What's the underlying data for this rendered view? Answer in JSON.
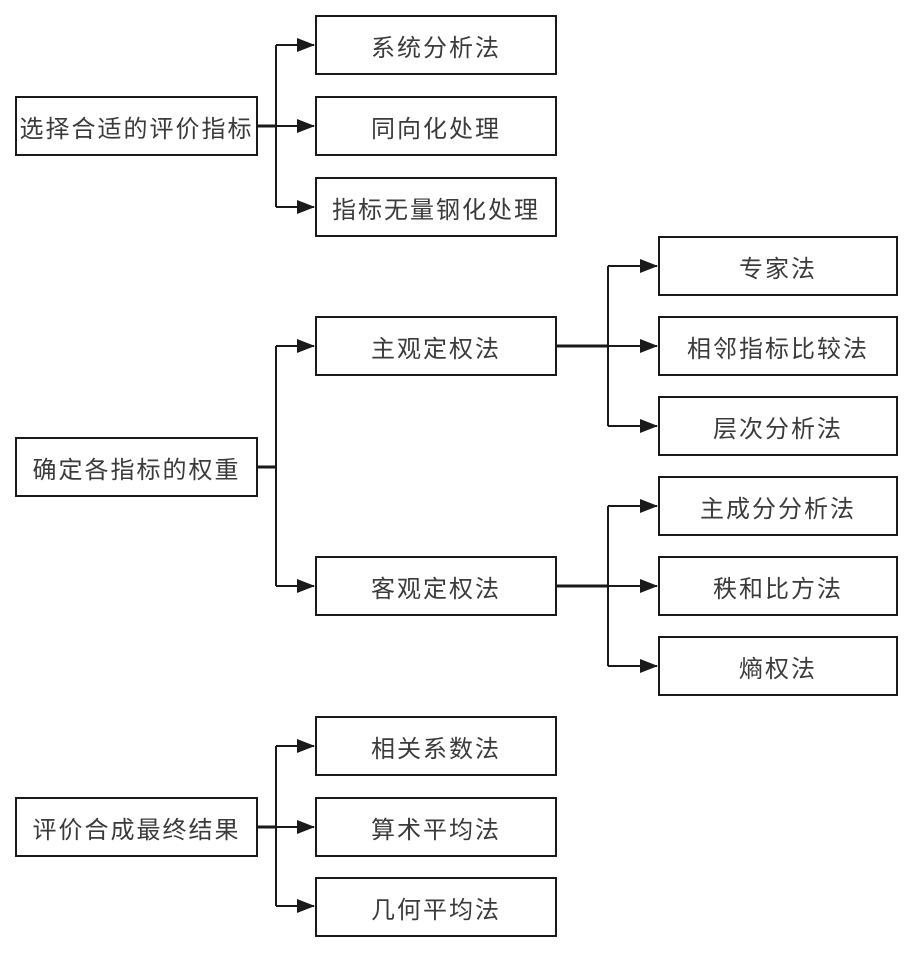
{
  "diagram": {
    "type": "flowchart",
    "direction": "left-to-right",
    "colors": {
      "box_border": "#1a1a1a",
      "box_fill": "#ffffff",
      "text": "#3b3b3b",
      "connector": "#1a1a1a"
    },
    "nodes": {
      "select_indicators": "选择合适的评价指标",
      "system_analysis": "系统分析法",
      "directional_processing": "同向化处理",
      "dimensionless_processing": "指标无量钢化处理",
      "determine_weights": "确定各指标的权重",
      "subjective_weighting": "主观定权法",
      "objective_weighting": "客观定权法",
      "expert_method": "专家法",
      "adjacent_indicator_comparison": "相邻指标比较法",
      "ahp_method": "层次分析法",
      "pca_method": "主成分分析法",
      "rank_sum_ratio": "秩和比方法",
      "entropy_weight": "熵权法",
      "final_synthesis": "评价合成最终结果",
      "correlation_coefficient": "相关系数法",
      "arithmetic_mean": "算术平均法",
      "geometric_mean": "几何平均法"
    },
    "edges": [
      [
        "select_indicators",
        "system_analysis"
      ],
      [
        "select_indicators",
        "directional_processing"
      ],
      [
        "select_indicators",
        "dimensionless_processing"
      ],
      [
        "determine_weights",
        "subjective_weighting"
      ],
      [
        "determine_weights",
        "objective_weighting"
      ],
      [
        "subjective_weighting",
        "expert_method"
      ],
      [
        "subjective_weighting",
        "adjacent_indicator_comparison"
      ],
      [
        "subjective_weighting",
        "ahp_method"
      ],
      [
        "objective_weighting",
        "pca_method"
      ],
      [
        "objective_weighting",
        "rank_sum_ratio"
      ],
      [
        "objective_weighting",
        "entropy_weight"
      ],
      [
        "final_synthesis",
        "correlation_coefficient"
      ],
      [
        "final_synthesis",
        "arithmetic_mean"
      ],
      [
        "final_synthesis",
        "geometric_mean"
      ]
    ]
  }
}
